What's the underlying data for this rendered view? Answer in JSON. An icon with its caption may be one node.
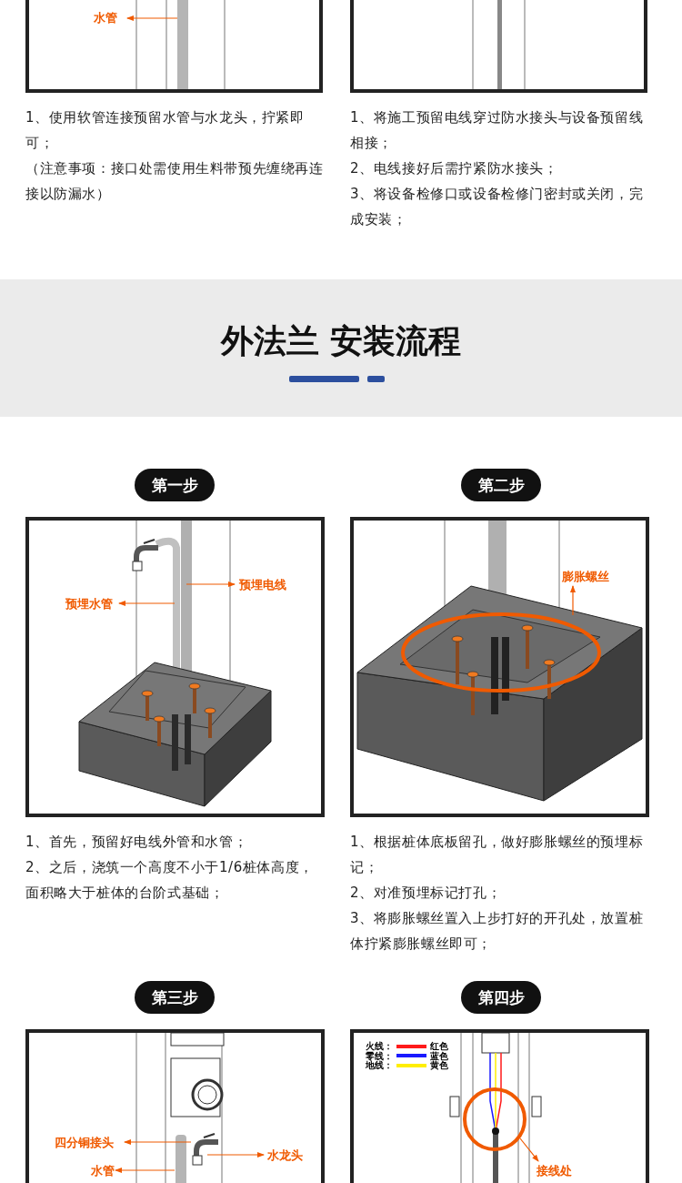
{
  "diagram": {
    "title": "外法兰 安装流程",
    "nodes": [
      {
        "text": [],
        "shape": "picture"
      },
      {
        "text": [
          "水管"
        ],
        "in": 0
      },
      {
        "text": [],
        "shape": "picture"
      },
      {
        "text": [
          "第一步"
        ]
      },
      {
        "text": [],
        "shape": "picture"
      },
      {
        "text": [
          "预埋水管"
        ],
        "in": 4
      },
      {
        "text": [
          "预埋电线"
        ],
        "in": 4
      },
      {
        "text": [
          "第二步"
        ]
      },
      {
        "text": [],
        "shape": "picture"
      },
      {
        "text": [
          "膨胀螺丝"
        ],
        "in": 8
      },
      {
        "text": [
          "第三步"
        ]
      },
      {
        "text": [],
        "shape": "picture"
      },
      {
        "text": [
          "四分铜接头"
        ],
        "in": 11
      },
      {
        "text": [
          "水龙头"
        ],
        "in": 11
      },
      {
        "text": [
          "水管"
        ],
        "in": 11
      },
      {
        "text": [
          "第四步"
        ]
      },
      {
        "text": [],
        "shape": "picture"
      },
      {
        "text": [
          "接线处"
        ],
        "in": 16
      }
    ],
    "edges": [
      {
        "from": null,
        "to": 1,
        "arrow": "to"
      },
      {
        "from": null,
        "to": 5,
        "arrow": "to"
      },
      {
        "from": null,
        "to": 6,
        "arrow": "to"
      },
      {
        "from": null,
        "to": 9,
        "arrow": "to"
      },
      {
        "from": null,
        "to": 12,
        "arrow": "to"
      },
      {
        "from": null,
        "to": 13,
        "arrow": "to"
      },
      {
        "from": null,
        "to": 14,
        "arrow": "to"
      },
      {
        "from": null,
        "to": 17,
        "arrow": "to"
      }
    ],
    "labels": [
      "1、使用软管连接预留水管与水龙头，拧紧即可；",
      "（注意事项：接口处需使用生料带预先缠绕再连接以防漏水）",
      "1、将施工预留电线穿过防水接头与设备预留线相接；",
      "2、电线接好后需拧紧防水接头；",
      "3、将设备检修口或设备检修门密封或关闭，完成安装；",
      "1、首先，预留好电线外管和水管；",
      "2、之后，浇筑一个高度不小于1/6桩体高度，面积略大于桩体的台阶式基础；",
      "1、根据桩体底板留孔，做好膨胀螺丝的预埋标记；",
      "2、对准预埋标记打孔；",
      "3、将膨胀螺丝置入上步打好的开孔处，放置桩体拧紧膨胀螺丝即可；",
      "红色",
      "蓝色",
      "黄色"
    ],
    "legend": [
      {
        "text": "火线：",
        "color": "#ff1a1a"
      },
      {
        "text": "零线：",
        "color": "#1a1aff"
      },
      {
        "text": "地线：",
        "color": "#ffee00"
      }
    ]
  }
}
